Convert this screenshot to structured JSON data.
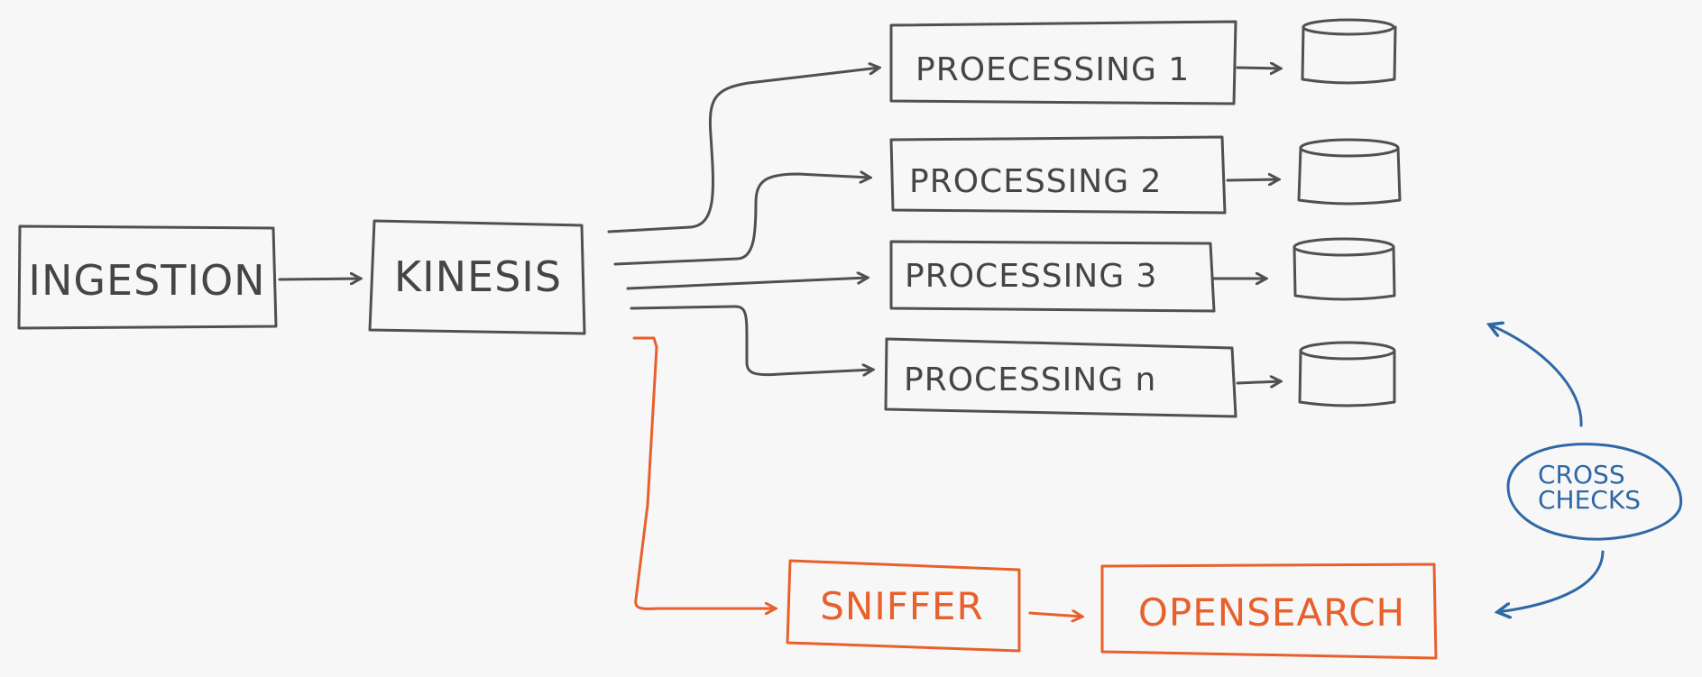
{
  "nodes": {
    "ingestion": "INGESTION",
    "kinesis": "KINESIS",
    "processing": [
      "PROECESSING 1",
      "PROCESSING 2",
      "PROCESSING 3",
      "PROCESSING n"
    ],
    "sniffer": "SNIFFER",
    "opensearch": "OPENSEARCH",
    "cross_checks": [
      "CROSS",
      "CHECKS"
    ]
  },
  "colors": {
    "ink": "#505050",
    "orange": "#e8602c",
    "blue": "#2f68a6",
    "background": "#f7f7f7"
  }
}
